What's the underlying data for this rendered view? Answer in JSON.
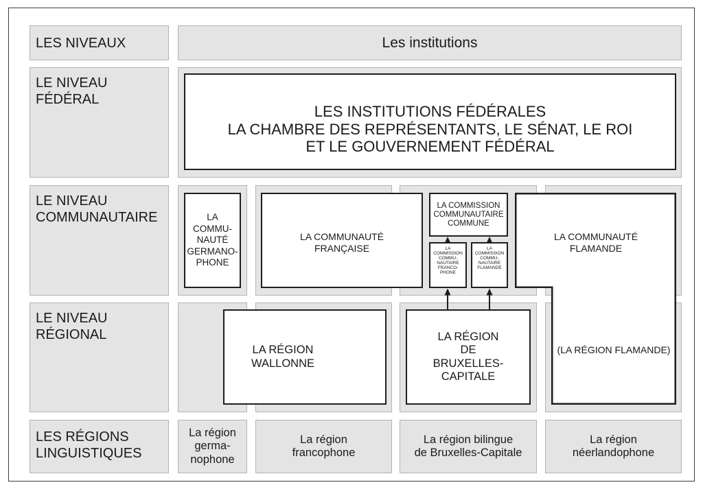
{
  "header": {
    "levels": "LES NIVEAUX",
    "institutions": "Les institutions"
  },
  "levels": {
    "federal": "LE NIVEAU\nFÉDÉRAL",
    "community": "LE NIVEAU\nCOMMUNAUTAIRE",
    "regional": "LE NIVEAU\nRÉGIONAL",
    "linguistic": "LES RÉGIONS\nLINGUISTIQUES"
  },
  "federal": {
    "institutions": "LES INSTITUTIONS FÉDÉRALES\nLA CHAMBRE DES REPRÉSENTANTS, LE SÉNAT, LE ROI\nET LE GOUVERNEMENT FÉDÉRAL"
  },
  "community": {
    "german": "LA\nCOMMU-\nNAUTÉ\nGERMANO-\nPHONE",
    "french": "LA COMMUNAUTÉ\nFRANÇAISE",
    "common_commission": "LA COMMISSION\nCOMMUNAUTAIRE\nCOMMUNE",
    "french_commission": "LA\nCOMMISSION\nCOMMU-\nNAUTAIRE\nFRANCO-\nPHONE",
    "flemish_commission": "LA\nCOMMISSION\nCOMMU-\nNAUTAIRE\nFLAMANDE",
    "flemish": "LA COMMUNAUTÉ\nFLAMANDE"
  },
  "regional": {
    "walloon": "LA RÉGION\nWALLONNE",
    "brussels": "LA RÉGION\nDE\nBRUXELLES-\nCAPITALE",
    "flemish": "(LA RÉGION FLAMANDE)"
  },
  "linguistic": {
    "german": "La région\ngerma-\nnophone",
    "french": "La région\nfrancophone",
    "bilingual": "La région bilingue\nde Bruxelles-Capitale",
    "dutch": "La région\nnéerlandophone"
  },
  "colors": {
    "cell_fill": "#e4e4e4",
    "cell_border": "#b3b3b3",
    "box_fill": "#ffffff",
    "box_border": "#1e1e1e",
    "text": "#1a1a1a",
    "frame": "#3c3c3c"
  }
}
